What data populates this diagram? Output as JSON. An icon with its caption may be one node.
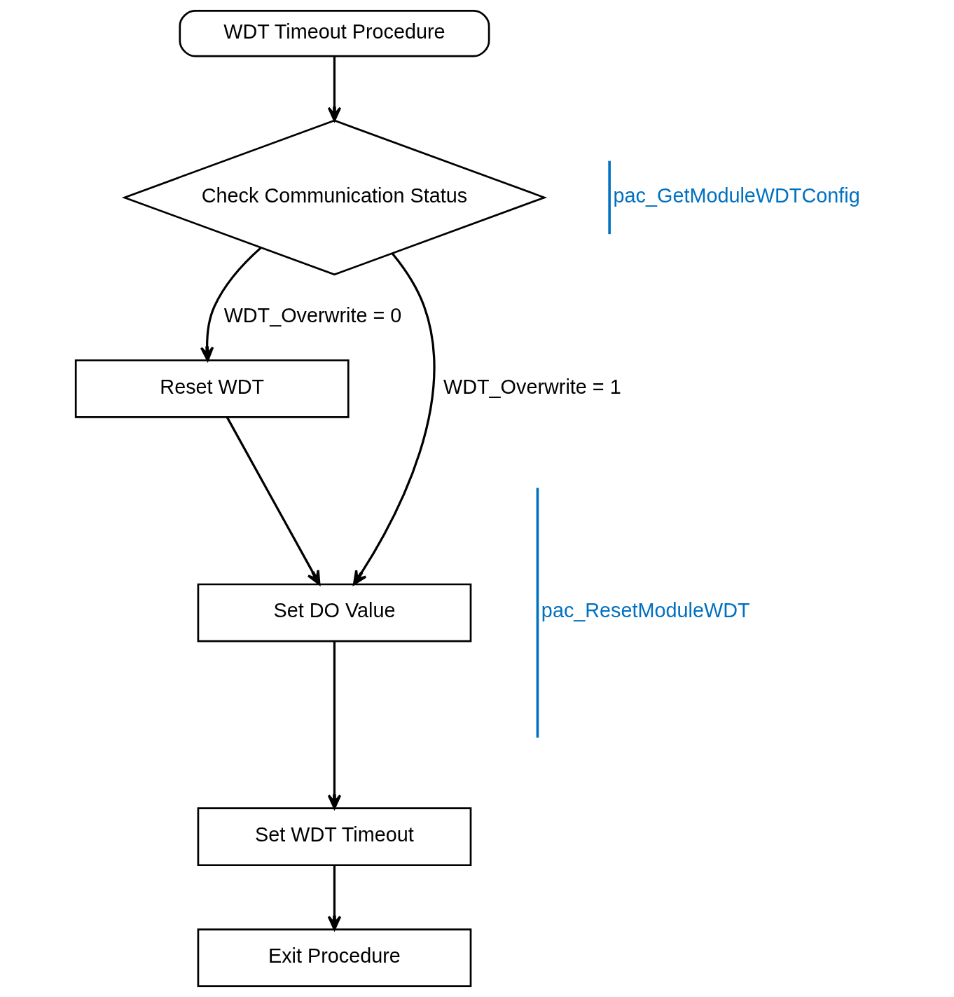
{
  "diagram": {
    "nodes": [
      {
        "text": [
          "WDT Timeout Procedure"
        ]
      },
      {
        "text": [
          "Check Communication Status"
        ]
      },
      {
        "text": [
          "Reset WDT"
        ]
      },
      {
        "text": [
          "Set DO Value"
        ]
      },
      {
        "text": [
          "Set WDT Timeout"
        ]
      },
      {
        "text": [
          "Exit Procedure"
        ]
      }
    ],
    "edges": [
      {
        "from": 0,
        "to": 1,
        "arrow": "to"
      },
      {
        "from": 1,
        "to": 2,
        "arrow": "to",
        "label": "WDT_Overwrite = 0"
      },
      {
        "from": 1,
        "to": 3,
        "arrow": "to",
        "label": "WDT_Overwrite = 1"
      },
      {
        "from": 2,
        "to": 3,
        "arrow": "to"
      },
      {
        "from": 3,
        "to": 4,
        "arrow": "to"
      },
      {
        "from": 4,
        "to": 5,
        "arrow": "to"
      }
    ],
    "labels": [
      "pac_GetModuleWDTConfig",
      "pac_ResetModuleWDT"
    ]
  }
}
